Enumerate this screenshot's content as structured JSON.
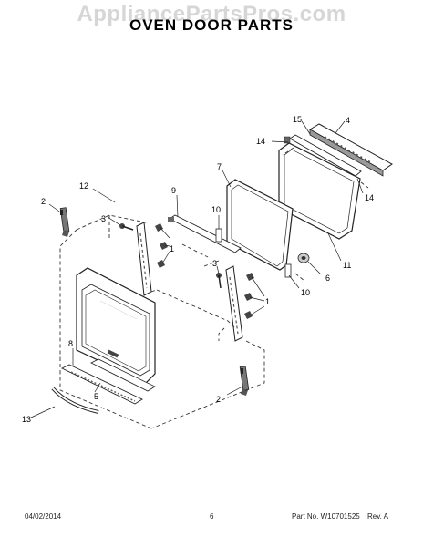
{
  "watermark": "AppliancePartsPros.com",
  "title": "OVEN DOOR PARTS",
  "callouts": {
    "c1a": "1",
    "c1b": "1",
    "c2a": "2",
    "c2b": "2",
    "c3a": "3",
    "c3b": "3",
    "c4": "4",
    "c5": "5",
    "c6": "6",
    "c7": "7",
    "c8": "8",
    "c9": "9",
    "c10a": "10",
    "c10b": "10",
    "c11": "11",
    "c12": "12",
    "c13": "13",
    "c14a": "14",
    "c14b": "14",
    "c15": "15"
  },
  "footer": {
    "date": "04/02/2014",
    "page": "6",
    "part_no": "Part No. W10701525",
    "rev": "Rev. A"
  },
  "colors": {
    "line": "#222222",
    "part_fill": "#ffffff",
    "shade": "#8a8a8a",
    "dark": "#333333"
  }
}
